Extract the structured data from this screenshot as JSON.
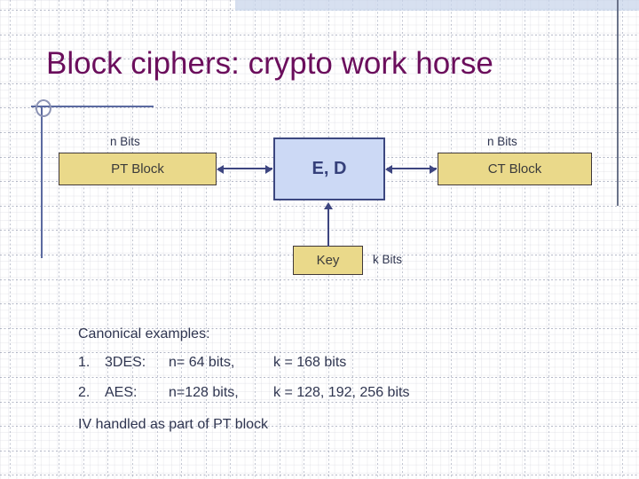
{
  "slide": {
    "title": "Block ciphers:  crypto work horse",
    "title_color": "#6B0E5C",
    "background": "#ffffff"
  },
  "decor": {
    "top_band_color": "#c8d4ea",
    "right_rule_color": "#6a7289",
    "bracket_color": "#5b6aa0"
  },
  "diagram": {
    "pt_block": {
      "label": "PT Block",
      "fill": "#ead98a",
      "stroke": "#40383a"
    },
    "ct_block": {
      "label": "CT Block",
      "fill": "#ead98a",
      "stroke": "#40383a"
    },
    "ed_block": {
      "label": "E, D",
      "fill": "#ccd9f5",
      "stroke": "#3c4780",
      "text_color": "#35407a"
    },
    "key_block": {
      "label": "Key",
      "fill": "#ead98a",
      "stroke": "#40383a"
    },
    "labels": {
      "n_bits_left": "n Bits",
      "n_bits_right": "n Bits",
      "k_bits": "k Bits"
    },
    "arrow_color": "#3d4580"
  },
  "body": {
    "heading": "Canonical examples:",
    "items": [
      {
        "num": "1.",
        "name": "3DES:",
        "n": "n= 64 bits,",
        "k": "k = 168 bits"
      },
      {
        "num": "2.",
        "name": "AES:",
        "n": "n=128 bits,",
        "k": "k = 128, 192, 256 bits"
      }
    ],
    "footnote": "IV handled as part of PT block"
  }
}
